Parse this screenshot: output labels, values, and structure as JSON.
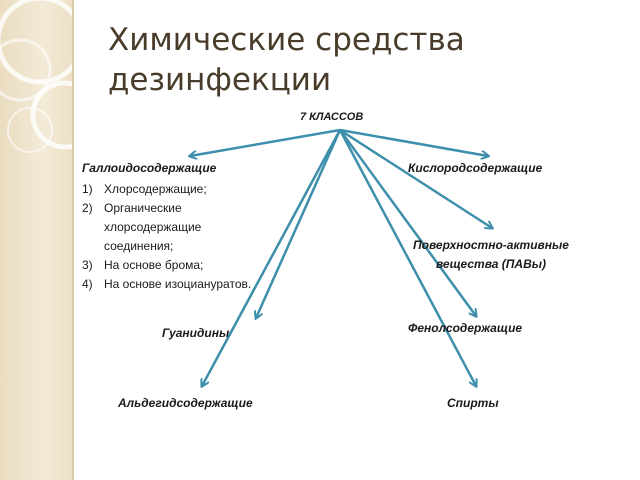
{
  "slide": {
    "title_line1": "Химические средства",
    "title_line2": "дезинфекции"
  },
  "diagram": {
    "root": "7 КЛАССОВ",
    "arrow_color": "#3d8fab",
    "classes": {
      "halogen": {
        "label": "Галлоидосодержащие",
        "subitems": [
          {
            "num": "1)",
            "text": "Хлорсодержащие;"
          },
          {
            "num": "2)",
            "text": "Органические"
          },
          {
            "num": "",
            "text": "хлорсодержащие"
          },
          {
            "num": "",
            "text": "соединения;"
          },
          {
            "num": "3)",
            "text": "На основе брома;"
          },
          {
            "num": "4)",
            "text": "На основе изоциануратов."
          }
        ]
      },
      "oxygen": "Кислородсодержащие",
      "surfactant_line1": "Поверхностно-активные",
      "surfactant_line2": "вещества (ПАВы)",
      "guanidine": "Гуанидины",
      "phenol": "Фенолсодержащие",
      "aldehyde": "Альдегидсодержащие",
      "alcohol": "Спирты"
    }
  }
}
